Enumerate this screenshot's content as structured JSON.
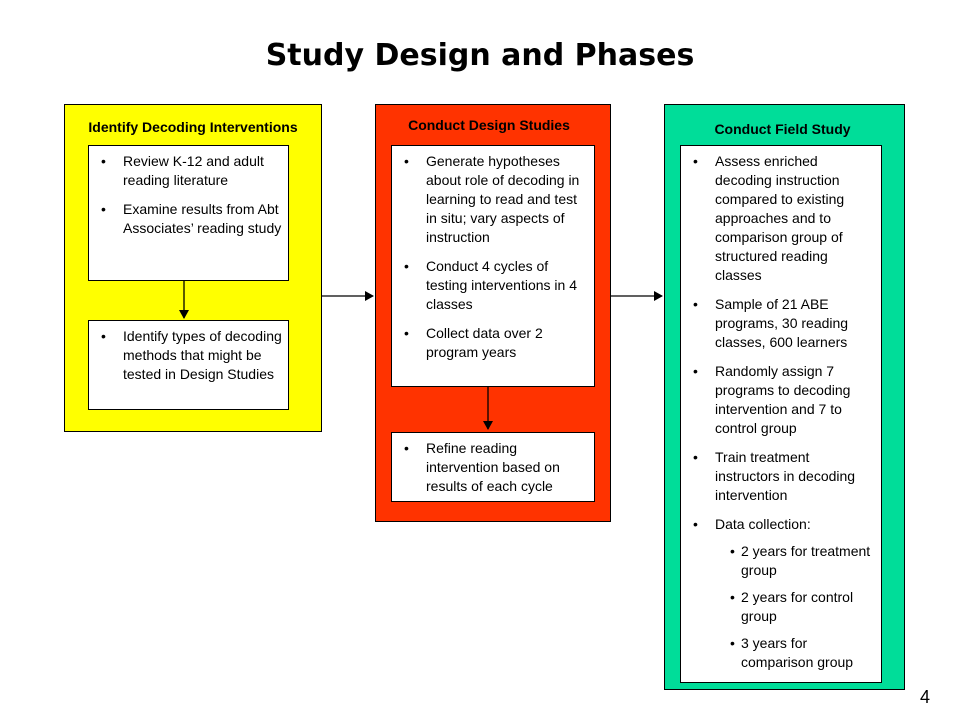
{
  "title": "Study Design and Phases",
  "page_number": "4",
  "colors": {
    "yellow_panel": "#ffff00",
    "red_panel": "#ff3300",
    "green_panel": "#00dd99"
  },
  "panels": [
    {
      "title": "Identify Decoding Interventions",
      "boxes": [
        {
          "items": [
            "Review K-12 and adult reading literature",
            "Examine results from Abt Associates’ reading study"
          ]
        },
        {
          "items": [
            "Identify types of decoding methods that might be tested in Design Studies"
          ]
        }
      ]
    },
    {
      "title": "Conduct Design Studies",
      "boxes": [
        {
          "items": [
            "Generate hypotheses about role of decoding in learning to read and test in situ; vary aspects of instruction",
            "Conduct 4 cycles of testing interventions in 4 classes",
            "Collect data over 2 program years"
          ]
        },
        {
          "items": [
            "Refine reading intervention based on results of each cycle"
          ]
        }
      ]
    },
    {
      "title": "Conduct Field Study",
      "boxes": [
        {
          "items": [
            "Assess enriched decoding instruction compared to existing approaches and to comparison group of structured reading classes",
            "Sample of 21 ABE programs, 30 reading classes, 600 learners",
            "Randomly assign 7 programs to decoding intervention and 7 to control group",
            "Train treatment instructors in decoding intervention",
            "Data collection:"
          ],
          "subitems": [
            "2 years for treatment group",
            "2 years for control group",
            "3 years for comparison group"
          ]
        }
      ]
    }
  ]
}
